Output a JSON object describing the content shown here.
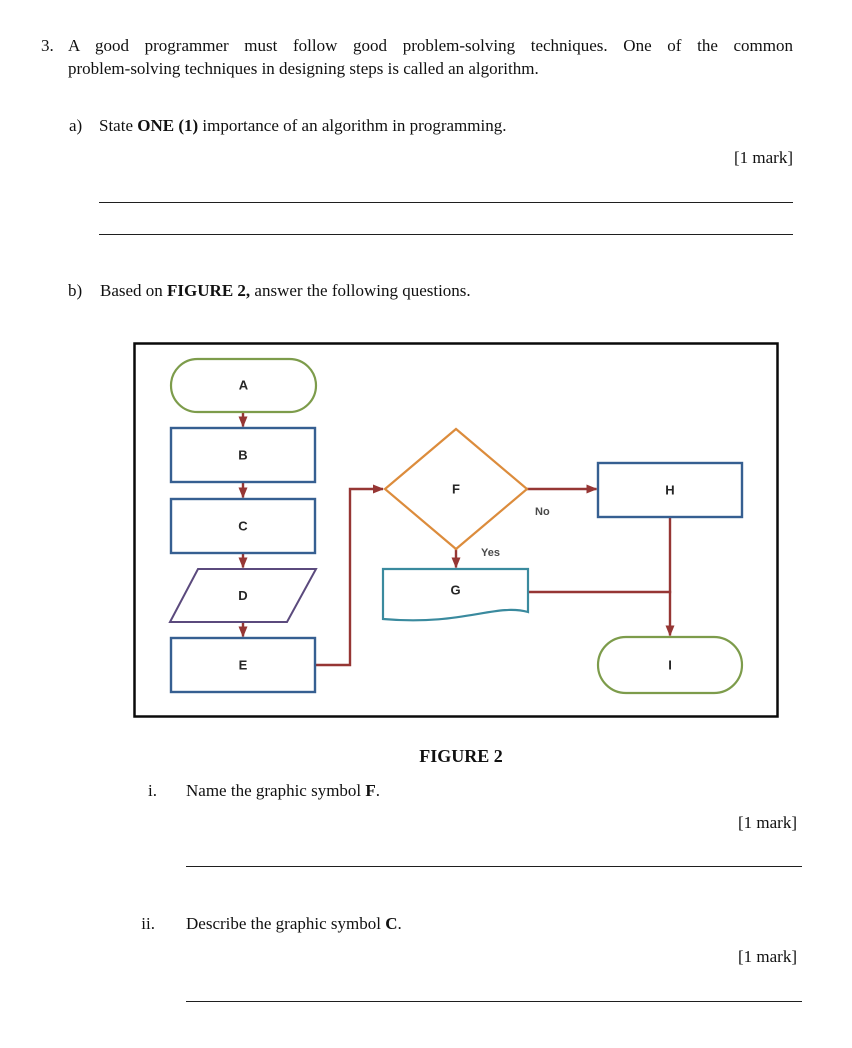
{
  "document": {
    "question3": {
      "number": "3.",
      "text_line1": "A good programmer must follow good problem-solving techniques. One of the common",
      "text_line2": "problem-solving techniques in designing steps is called an algorithm."
    },
    "part_a": {
      "label": "a)",
      "prefix": "State ",
      "bold": "ONE (1)",
      "suffix": " importance of an algorithm in programming.",
      "mark": "[1 mark]"
    },
    "part_b": {
      "label": "b)",
      "prefix": "Based on ",
      "bold": "FIGURE 2,",
      "suffix": " answer the following questions."
    },
    "figure2": {
      "caption": "FIGURE 2",
      "nodes": {
        "a": "A",
        "b": "B",
        "c": "C",
        "d": "D",
        "e": "E",
        "f": "F",
        "g": "G",
        "h": "H",
        "i": "I"
      },
      "branch_no": "No",
      "branch_yes": "Yes",
      "colors": {
        "terminator_green": "#7d9c4b",
        "process_blue": "#365f91",
        "input_purple": "#5b4a7d",
        "decision_orange": "#dc8c3c",
        "document_teal": "#3a8a9e",
        "arrow_red": "#963634",
        "border_black": "#0a0a0a"
      }
    },
    "question_i": {
      "label": "i.",
      "prefix": "Name the graphic symbol ",
      "bold": "F",
      "suffix": ".",
      "mark": "[1 mark]"
    },
    "question_ii": {
      "label": "ii.",
      "prefix": "Describe the graphic symbol ",
      "bold": "C",
      "suffix": ".",
      "mark": "[1 mark]"
    }
  }
}
